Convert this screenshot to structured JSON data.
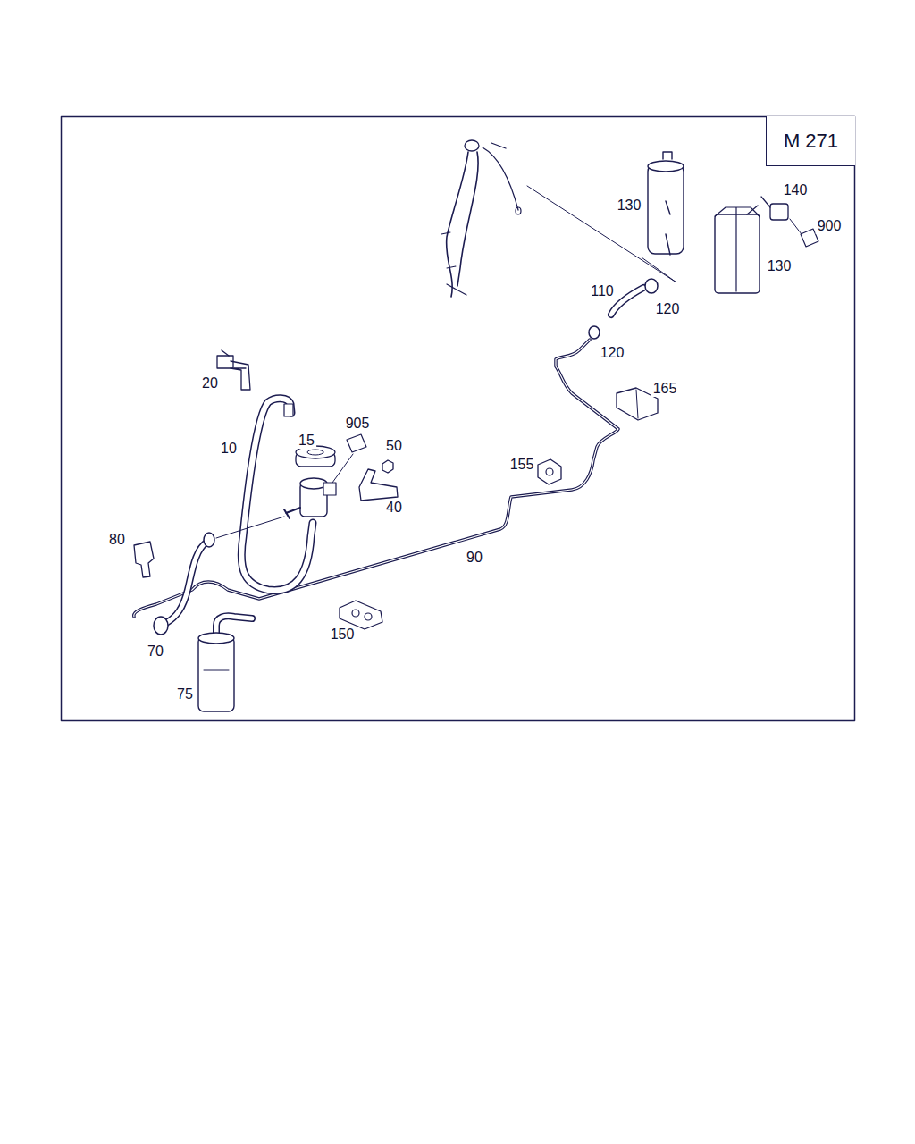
{
  "diagram": {
    "nodes": [
      {
        "text": [
          "M 271"
        ]
      }
    ],
    "labels": [
      "130",
      "140",
      "900",
      "130",
      "110",
      "120",
      "120",
      "165",
      "20",
      "905",
      "15",
      "50",
      "10",
      "155",
      "40",
      "80",
      "90",
      "70",
      "150",
      "75"
    ]
  }
}
